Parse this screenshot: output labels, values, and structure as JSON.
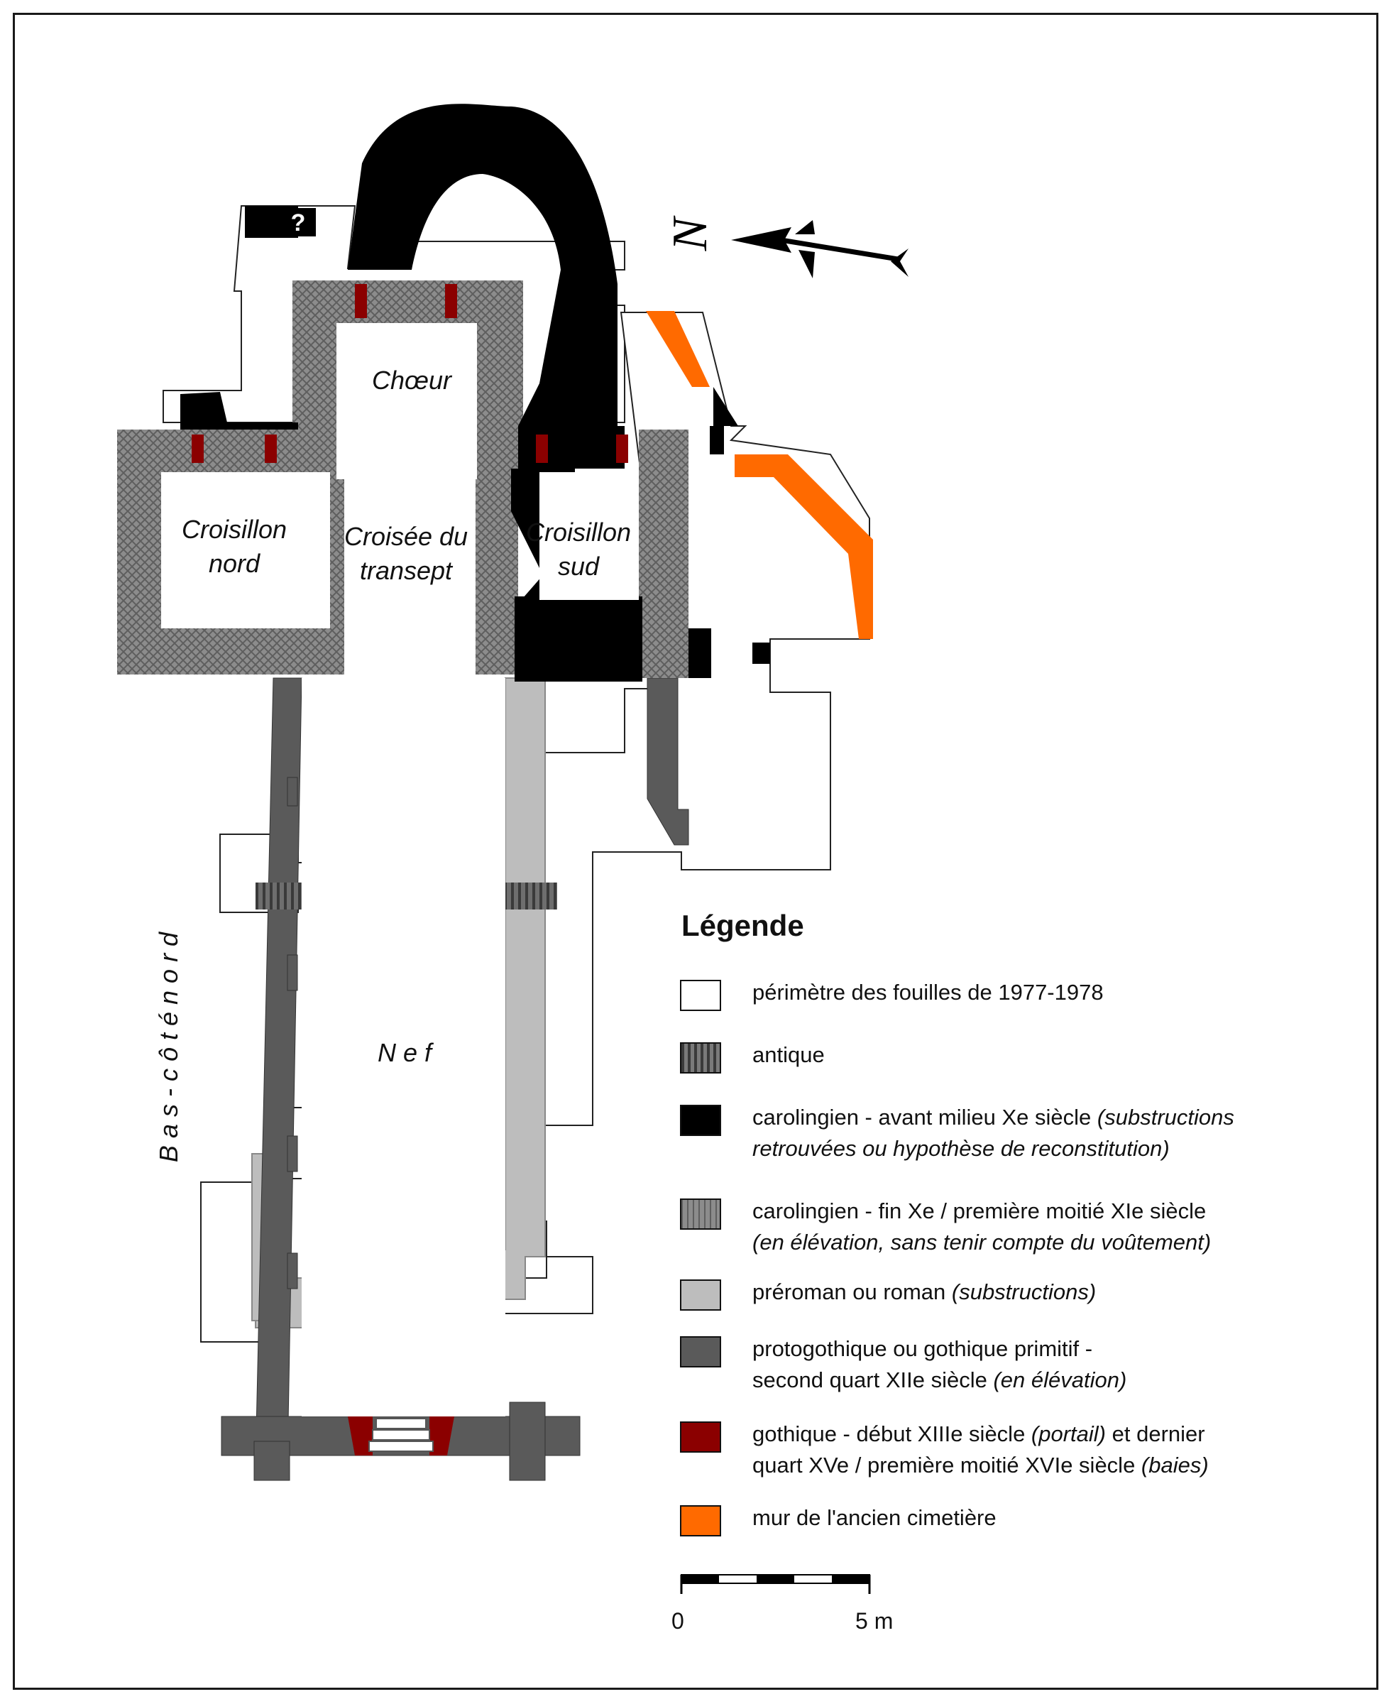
{
  "labels": {
    "choeur": "Chœur",
    "croisillon_nord_1": "Croisillon",
    "croisillon_nord_2": "nord",
    "croisee_1": "Croisée du",
    "croisee_2": "transept",
    "croisillon_sud_1": "Croisillon",
    "croisillon_sud_2": "sud",
    "nef": "N e f",
    "bas_cote": "B a s - c ô t é   n o r d",
    "question": "?",
    "north": "N"
  },
  "legend": {
    "title": "Légende",
    "items": [
      {
        "swatch": "#ffffff",
        "pattern": "none",
        "text": "périmètre des fouilles de 1977-1978",
        "note": ""
      },
      {
        "swatch": "#7a7a7a",
        "pattern": "vertical-hatch",
        "text": "antique",
        "note": ""
      },
      {
        "swatch": "#000000",
        "pattern": "none",
        "text": "carolingien - avant milieu Xe siècle ",
        "note": "(substructions",
        "line2": "retrouvées ou hypothèse de reconstitution)"
      },
      {
        "swatch": "#8a8a8a",
        "pattern": "grid",
        "text": "carolingien - fin Xe / première moitié XIe siècle",
        "note": "",
        "line2": "(en élévation, sans tenir compte du voûtement)"
      },
      {
        "swatch": "#bdbdbd",
        "pattern": "none",
        "text": "préroman ou roman ",
        "note": "(substructions)"
      },
      {
        "swatch": "#5a5a5a",
        "pattern": "none",
        "text": "protogothique ou gothique primitif -",
        "note": "",
        "line2a": "second quart XIIe siècle ",
        "line2b": "(en élévation)"
      },
      {
        "swatch": "#8b0000",
        "pattern": "none",
        "text": "gothique - début XIIIe siècle ",
        "note": "(portail)",
        "text_b": " et dernier",
        "line2a": "quart XVe / première moitié XVIe siècle ",
        "line2b": "(baies)"
      },
      {
        "swatch": "#ff6a00",
        "pattern": "none",
        "text": " mur de l'ancien cimetière",
        "note": ""
      }
    ]
  },
  "scale": {
    "start": "0",
    "end": "5 m"
  },
  "colors": {
    "black": "#000000",
    "dark_gray": "#5a5a5a",
    "light_gray": "#bdbdbd",
    "hatched_gray": "#8a8a8a",
    "red": "#8b0000",
    "orange": "#ff6a00"
  }
}
